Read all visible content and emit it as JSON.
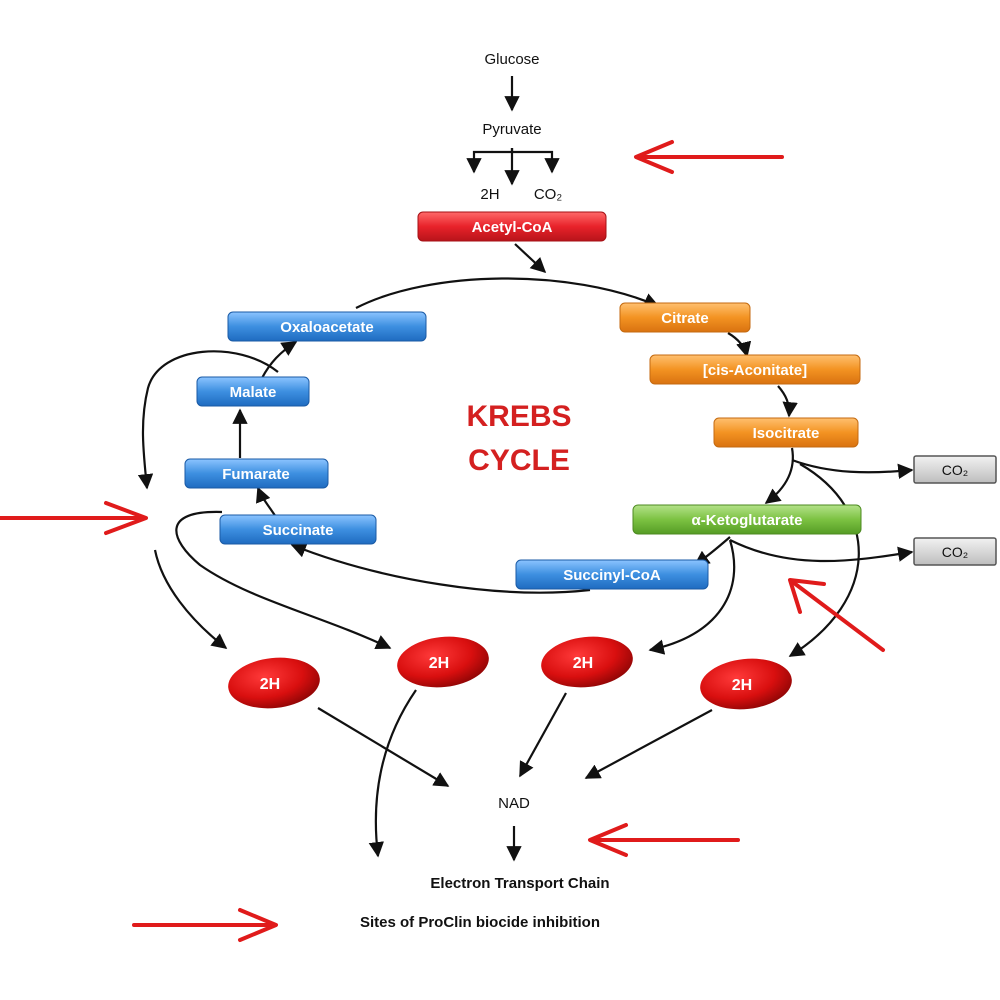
{
  "top": {
    "glucose": "Glucose",
    "pyruvate": "Pyruvate",
    "h2": "2H",
    "co2": "CO₂"
  },
  "metabolites": {
    "acetyl_coa": "Acetyl-CoA",
    "citrate": "Citrate",
    "cis_aconitate": "[cis-Aconitate]",
    "isocitrate": "Isocitrate",
    "alpha_ketoglutarate": "α-Ketoglutarate",
    "succinyl_coa": "Succinyl-CoA",
    "succinate": "Succinate",
    "fumarate": "Fumarate",
    "malate": "Malate",
    "oxaloacetate": "Oxaloacetate"
  },
  "products": {
    "co2_label": "CO₂",
    "hydrogen": "2H"
  },
  "center": {
    "line1": "KREBS",
    "line2": "CYCLE"
  },
  "bottom": {
    "nad": "NAD",
    "etc": "Electron Transport Chain",
    "legend": "Sites of ProClin biocide inhibition"
  },
  "colors": {
    "red_box": "#e8222a",
    "orange_box": "#f39322",
    "green_box": "#7cc242",
    "blue_box": "#3d8fe0",
    "co2_box": "#d0d0d0",
    "inhibition_arrow": "#e01b1b",
    "title": "#d42020"
  }
}
